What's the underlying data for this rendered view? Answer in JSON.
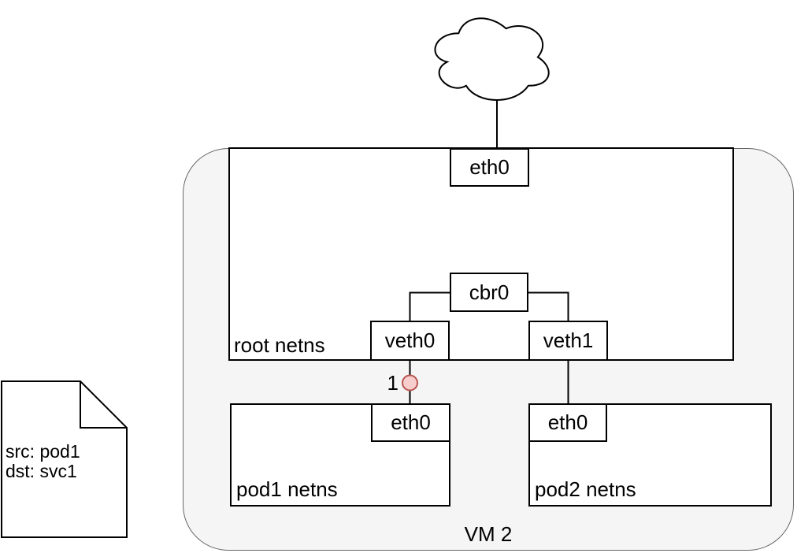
{
  "colors": {
    "background": "#ffffff",
    "node_fill": "#ffffff",
    "node_stroke": "#000000",
    "vm_fill": "#f5f5f5",
    "vm_stroke": "#666666",
    "marker_fill": "#f8cecc",
    "marker_stroke": "#b85450"
  },
  "cloud": {
    "icon": "cloud-icon"
  },
  "vm": {
    "label": "VM 2"
  },
  "root_netns": {
    "label": "root netns",
    "eth0_label": "eth0",
    "cbr0_label": "cbr0",
    "veth0_label": "veth0",
    "veth1_label": "veth1"
  },
  "pods": [
    {
      "label": "pod1 netns",
      "eth0_label": "eth0"
    },
    {
      "label": "pod2 netns",
      "eth0_label": "eth0"
    }
  ],
  "marker": {
    "label": "1"
  },
  "packet_note": {
    "icon": "note-icon",
    "lines": [
      "src: pod1",
      "dst: svc1"
    ]
  }
}
